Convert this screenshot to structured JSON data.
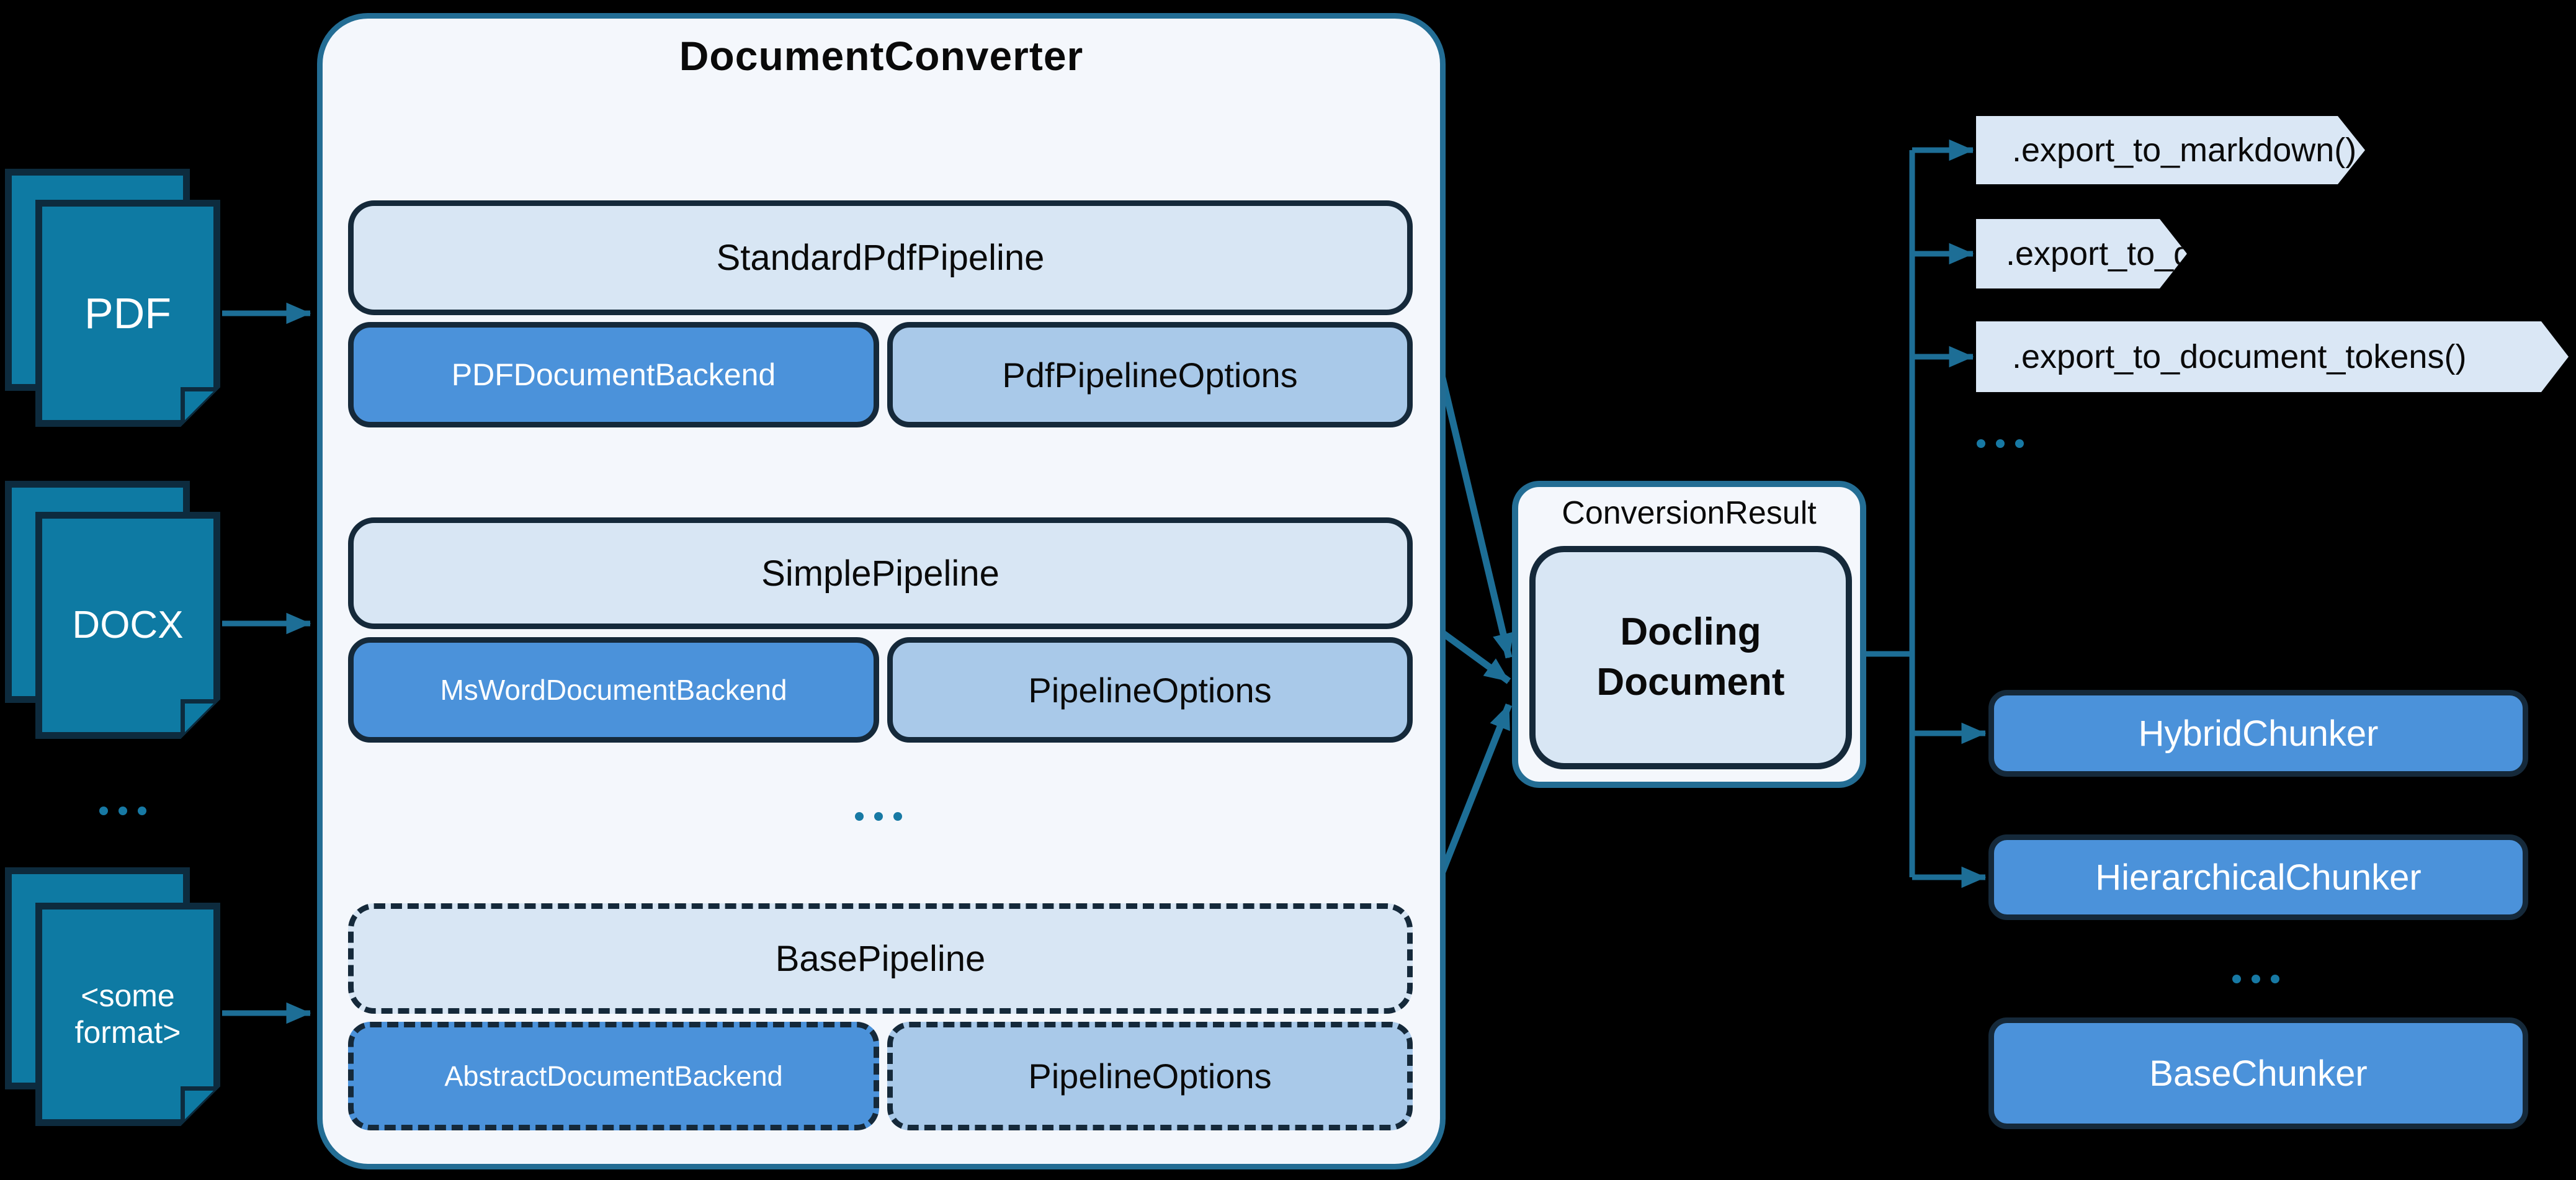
{
  "converter": {
    "title": "DocumentConverter",
    "pipelines": [
      {
        "name": "StandardPdfPipeline",
        "backend": "PDFDocumentBackend",
        "options": "PdfPipelineOptions",
        "dashed": false
      },
      {
        "name": "SimplePipeline",
        "backend": "MsWordDocumentBackend",
        "options": "PipelineOptions",
        "dashed": false
      },
      {
        "name": "BasePipeline",
        "backend": "AbstractDocumentBackend",
        "options": "PipelineOptions",
        "dashed": true
      }
    ]
  },
  "inputs": [
    {
      "label": "PDF"
    },
    {
      "label": "DOCX"
    },
    {
      "label": "<some format>"
    }
  ],
  "result": {
    "label": "ConversionResult",
    "document": "Docling Document"
  },
  "exports": {
    "methods": [
      ".export_to_markdown()",
      ".export_to_dict()",
      ".export_to_document_tokens()"
    ]
  },
  "chunkers": [
    {
      "label": "HybridChunker",
      "dashed": false
    },
    {
      "label": "HierarchicalChunker",
      "dashed": false
    },
    {
      "label": "BaseChunker",
      "dashed": true
    }
  ],
  "colors": {
    "background": "#000000",
    "frame_fill": "#f4f7fc",
    "frame_border": "#236d94",
    "header_fill": "#d8e6f4",
    "backend_fill": "#4b92da",
    "options_fill": "#a9c9e9",
    "dark_border": "#15293a",
    "doc_icon_fill": "#0e7aa3",
    "doc_icon_border": "#0d2b3e",
    "arrow": "#1d6e96",
    "dots": "#1779a4"
  }
}
